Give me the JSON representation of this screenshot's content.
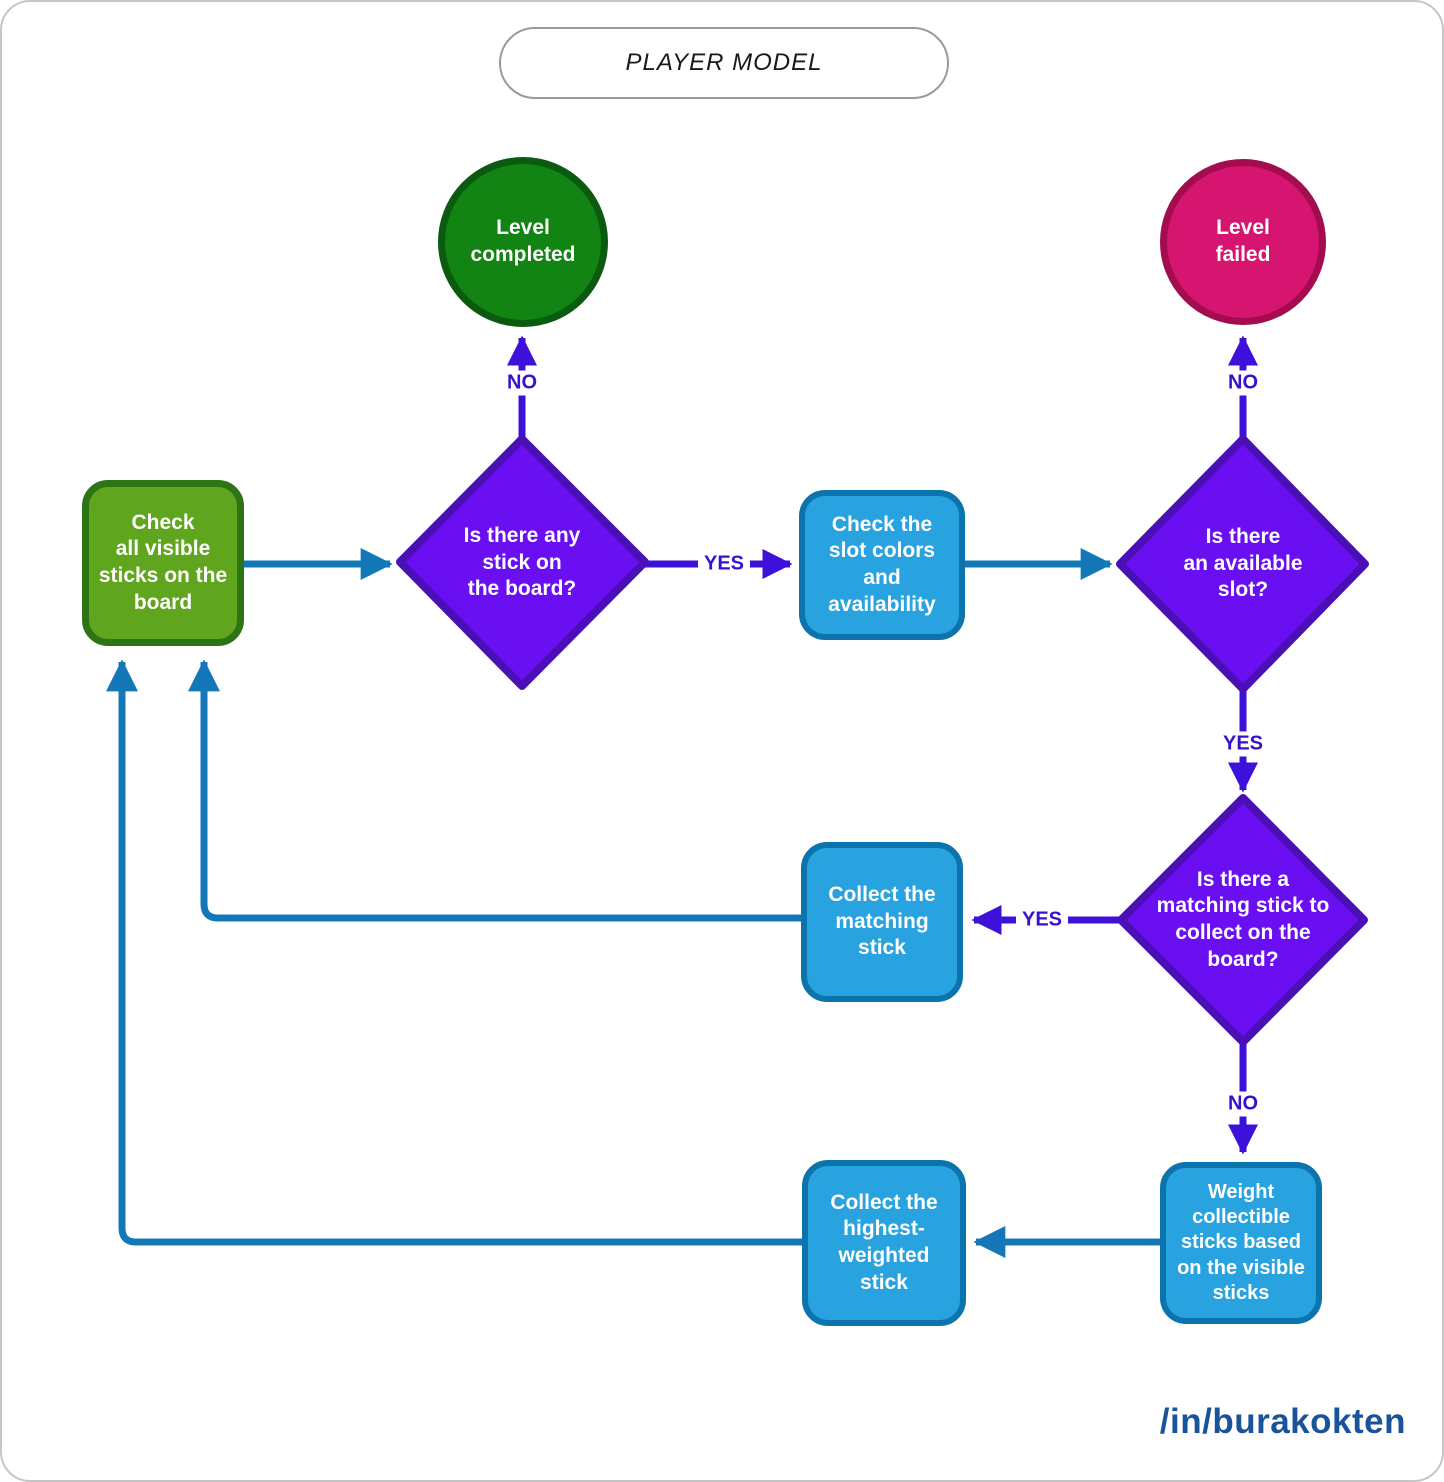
{
  "title": "PLAYER MODEL",
  "signature": "/in/burakokten",
  "nodes": {
    "level_completed": {
      "label": "Level\ncompleted"
    },
    "level_failed": {
      "label": "Level\nfailed"
    },
    "check_sticks": {
      "label": "Check\nall visible\nsticks on the\nboard"
    },
    "any_stick": {
      "label": "Is there any\nstick on\nthe board?"
    },
    "check_slots": {
      "label": "Check the\nslot colors\nand\navailability"
    },
    "available_slot": {
      "label": "Is there\nan available\nslot?"
    },
    "matching_stick": {
      "label": "Is there a\nmatching stick to\ncollect on the\nboard?"
    },
    "collect_matching": {
      "label": "Collect the\nmatching\nstick"
    },
    "weight_sticks": {
      "label": "Weight\ncollectible\nsticks based\non the visible\nsticks"
    },
    "collect_highest": {
      "label": "Collect the\nhighest-\nweighted\nstick"
    }
  },
  "edge_labels": {
    "no_to_completed": "NO",
    "yes_to_check_slots": "YES",
    "no_to_failed": "NO",
    "yes_to_matching_check": "YES",
    "yes_to_collect_matching": "YES",
    "no_to_weight": "NO"
  },
  "colors": {
    "completed_fill": "#118414",
    "completed_border": "#0a5a0f",
    "failed_fill": "#d5156f",
    "failed_border": "#a30c4e",
    "start_fill": "#5fa51e",
    "start_border": "#2c7414",
    "process_fill": "#29a3df",
    "process_border": "#0b74ad",
    "decision_fill": "#690ff2",
    "decision_border": "#4a10b6",
    "process_arrow": "#1478b8",
    "decision_arrow": "#3d11da",
    "edge_label_text": "#3711cf",
    "signature_text": "#19539a"
  }
}
